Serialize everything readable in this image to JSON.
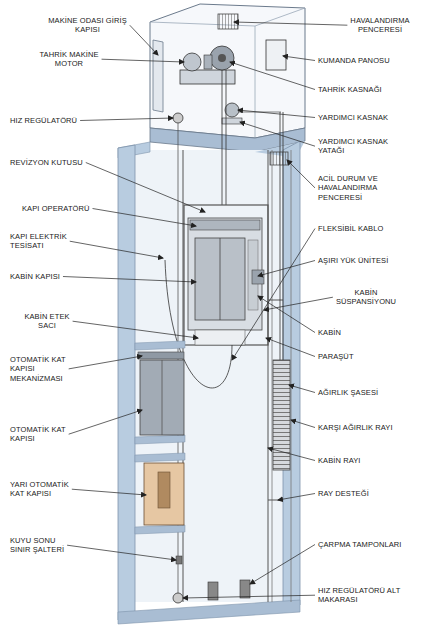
{
  "diagram": {
    "labels": [
      "MAKİNE ODASI GİRİŞ KAPISI",
      "TAHRİK MAKİNE MOTOR",
      "HIZ REGÜLATÖRÜ",
      "REVİZYON KUTUSU",
      "KAPI OPERATÖRÜ",
      "KAPI ELEKTRİK TESİSATI",
      "KABİN KAPISI",
      "KABİN ETEK SACI",
      "OTOMATİK KAT KAPISI MEKANİZMASI",
      "OTOMATİK KAT KAPISI",
      "YARI OTOMATİK KAT KAPISI",
      "KUYU SONU SINIR ŞALTERİ",
      "HAVALANDIRMA PENCERESİ",
      "KUMANDA PANOSU",
      "TAHRİK KASNAĞI",
      "YARDIMCI KASNAK",
      "YARDIMCI KASNAK YATAĞI",
      "ACİL DURUM VE HAVALANDIRMA PENCERESİ",
      "FLEKSİBİL KABLO",
      "AŞIRI YÜK ÜNİTESİ",
      "KABİN SÜSPANSİYONU",
      "KABİN",
      "PARAŞÜT",
      "AĞIRLIK ŞASESİ",
      "KARŞI AĞIRLIK RAYI",
      "KABİN RAYI",
      "RAY DESTEĞİ",
      "ÇARPMA TAMPONLARI",
      "HIZ REGÜLATÖRÜ ALT MAKARASI"
    ]
  }
}
